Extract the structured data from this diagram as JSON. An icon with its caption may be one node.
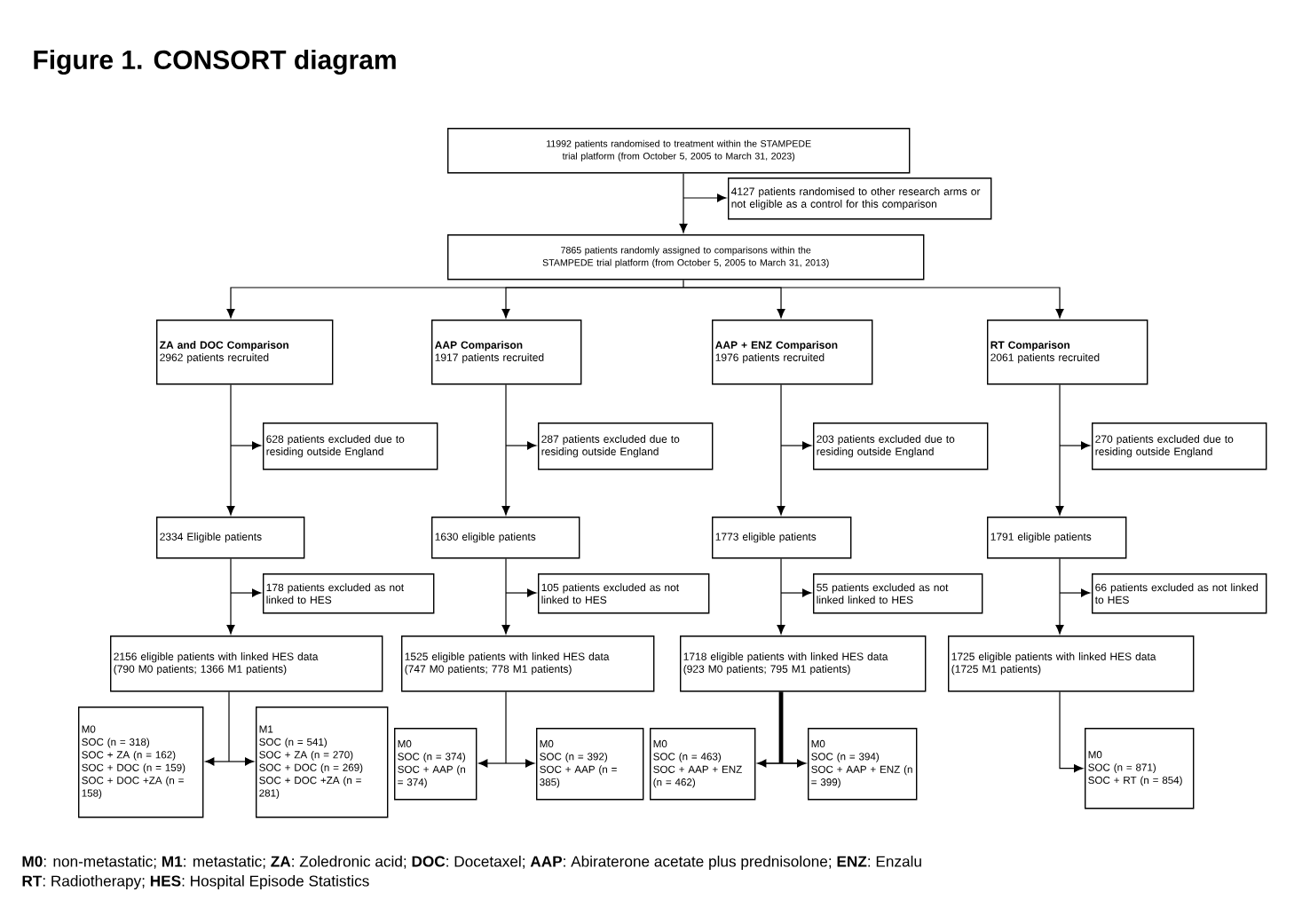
{
  "diagram": {
    "title": "Figure 1. CONSORT diagram",
    "nodes": [
      {
        "text": [
          "11992 patients randomised to treatment within the STAMPEDE trial platform (from October 5, 2005 to March 31, 2023)"
        ]
      },
      {
        "text": [
          "4127 patients randomised to other research arms or not eligible as a control for this comparison"
        ]
      },
      {
        "text": [
          "7865 patients randomly assigned to comparisons within the STAMPEDE trial platform (from October 5, 2005 to March 31, 2013)"
        ]
      },
      {
        "text": [
          "ZA and DOC Comparison",
          "2962 patients recruited"
        ]
      },
      {
        "text": [
          "AAP Comparison",
          "1917 patients recruited"
        ]
      },
      {
        "text": [
          "AAP + ENZ Comparison",
          "1976 patients recruited"
        ]
      },
      {
        "text": [
          "RT Comparison",
          "2061 patients recruited"
        ]
      },
      {
        "text": [
          "628 patients excluded due to residing outside England"
        ]
      },
      {
        "text": [
          "287 patients excluded due to residing outside England"
        ]
      },
      {
        "text": [
          "203 patients excluded due to residing outside England"
        ]
      },
      {
        "text": [
          "270 patients excluded due to residing outside England"
        ]
      },
      {
        "text": [
          "2334 Eligible patients"
        ]
      },
      {
        "text": [
          "1630 eligible patients"
        ]
      },
      {
        "text": [
          "1773 eligible patients"
        ]
      },
      {
        "text": [
          "1791 eligible patients"
        ]
      },
      {
        "text": [
          "178 patients excluded as not linked to HES"
        ]
      },
      {
        "text": [
          "105 patients excluded as not linked to HES"
        ]
      },
      {
        "text": [
          "55 patients excluded as not linked linked to HES"
        ]
      },
      {
        "text": [
          "66 patients excluded as not linked to HES"
        ]
      },
      {
        "text": [
          "2156 eligible patients with linked HES data",
          "(790 M0 patients; 1366 M1 patients)"
        ]
      },
      {
        "text": [
          "1525 eligible patients with linked HES data",
          "(747 M0 patients; 778 M1 patients)"
        ]
      },
      {
        "text": [
          "1718 eligible patients with linked HES data",
          "(923 M0 patients; 795 M1 patients)"
        ]
      },
      {
        "text": [
          "1725 eligible patients with linked HES data",
          "(1725 M1 patients)"
        ]
      },
      {
        "text": [
          "M0",
          "SOC (n = 318)",
          "SOC + ZA (n = 162)",
          "SOC + DOC (n = 159)",
          "SOC + DOC +ZA (n = 158)"
        ]
      },
      {
        "text": [
          "M1",
          "SOC (n = 541)",
          "SOC + ZA (n = 270)",
          "SOC + DOC (n = 269)",
          "SOC + DOC +ZA (n = 281)"
        ]
      },
      {
        "text": [
          "M0",
          "SOC (n = 374)",
          "SOC + AAP (n = 374)"
        ]
      },
      {
        "text": [
          "M0",
          "SOC (n = 392)",
          "SOC + AAP (n = 385)"
        ]
      },
      {
        "text": [
          "M0",
          "SOC (n = 463)",
          "SOC + AAP + ENZ (n = 462)"
        ]
      },
      {
        "text": [
          "M0",
          "SOC (n = 394)",
          "SOC + AAP + ENZ (n = 399)"
        ]
      },
      {
        "text": [
          "M0",
          "SOC (n = 871)",
          "SOC + RT (n = 854)"
        ]
      }
    ],
    "edges": [
      {
        "from": 0,
        "to": 2,
        "arrow": "to"
      },
      {
        "from": 0,
        "to": 1,
        "arrow": "to"
      },
      {
        "from": 2,
        "to": 3,
        "arrow": "to"
      },
      {
        "from": 2,
        "to": 4,
        "arrow": "to"
      },
      {
        "from": 2,
        "to": 5,
        "arrow": "to"
      },
      {
        "from": 2,
        "to": 6,
        "arrow": "to"
      },
      {
        "from": 3,
        "to": 11,
        "arrow": "to"
      },
      {
        "from": 3,
        "to": 7,
        "arrow": "to"
      },
      {
        "from": 4,
        "to": 12,
        "arrow": "to"
      },
      {
        "from": 4,
        "to": 8,
        "arrow": "to"
      },
      {
        "from": 5,
        "to": 13,
        "arrow": "to"
      },
      {
        "from": 5,
        "to": 9,
        "arrow": "to"
      },
      {
        "from": 6,
        "to": 14,
        "arrow": "to"
      },
      {
        "from": 6,
        "to": 10,
        "arrow": "to"
      },
      {
        "from": 11,
        "to": 19,
        "arrow": "to"
      },
      {
        "from": 11,
        "to": 15,
        "arrow": "to"
      },
      {
        "from": 12,
        "to": 20,
        "arrow": "to"
      },
      {
        "from": 12,
        "to": 16,
        "arrow": "to"
      },
      {
        "from": 13,
        "to": 21,
        "arrow": "to"
      },
      {
        "from": 13,
        "to": 17,
        "arrow": "to"
      },
      {
        "from": 14,
        "to": 22,
        "arrow": "to"
      },
      {
        "from": 14,
        "to": 18,
        "arrow": "to"
      },
      {
        "from": 19,
        "to": 23,
        "arrow": "to"
      },
      {
        "from": 19,
        "to": 24,
        "arrow": "to"
      },
      {
        "from": 20,
        "to": 25,
        "arrow": "to"
      },
      {
        "from": 20,
        "to": 26,
        "arrow": "to"
      },
      {
        "from": 21,
        "to": 27,
        "arrow": "to",
        "style": "thick"
      },
      {
        "from": 21,
        "to": 28,
        "arrow": "to",
        "style": "thick"
      },
      {
        "from": 22,
        "to": 29,
        "arrow": "to"
      }
    ],
    "labels": [
      "**M0**: non-metastatic; **M1**: metastatic; **ZA**: Zoledronic acid; **DOC**: Docetaxel; **AAP**: Abiraterone acetate plus prednisolone; **ENZ**: Enzalu",
      "**RT**: Radiotherapy; **HES**: Hospital Episode Statistics"
    ]
  }
}
